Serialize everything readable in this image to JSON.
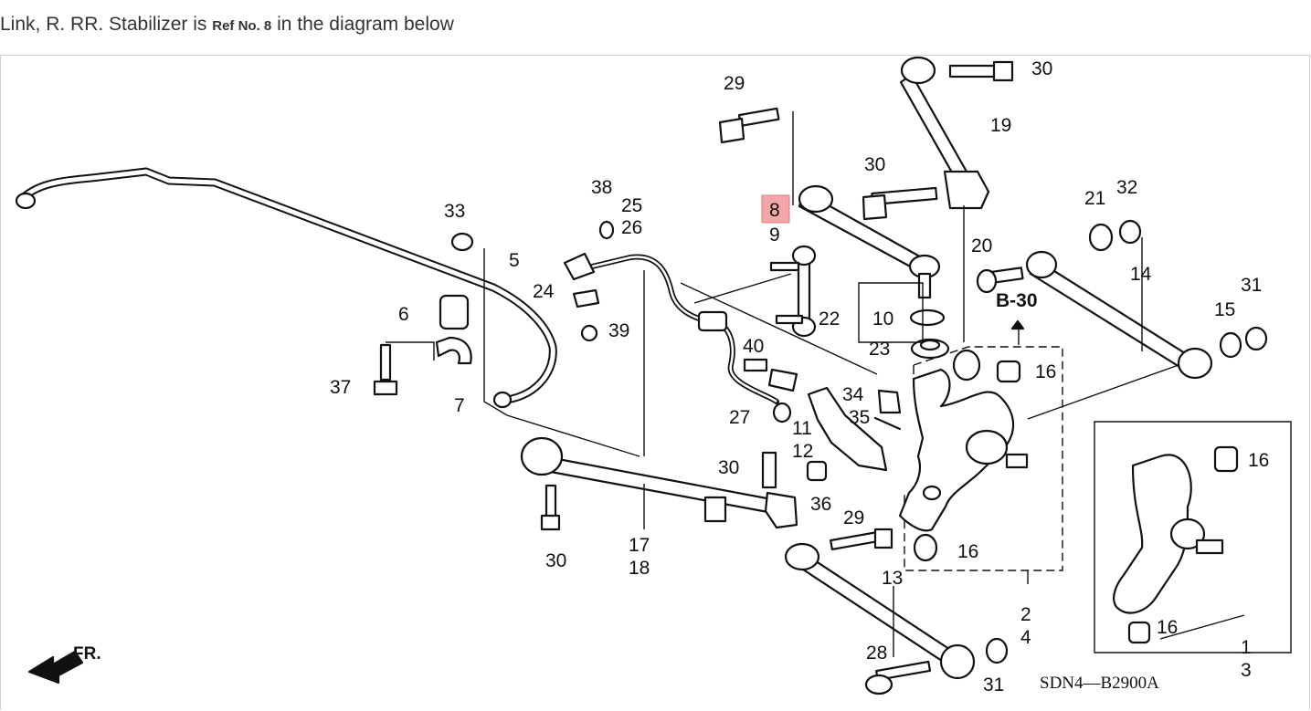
{
  "caption": {
    "prefix": "Link, R. RR. Stabilizer is ",
    "ref": "Ref No. 8",
    "suffix": " in the diagram below"
  },
  "highlight_color": "#f4a6a8",
  "diagram": {
    "code": "SDN4—B2900A",
    "section_ref": "B-30",
    "direction_label": "FR.",
    "callouts": [
      "1",
      "2",
      "3",
      "4",
      "5",
      "6",
      "7",
      "8",
      "9",
      "10",
      "11",
      "12",
      "13",
      "14",
      "15",
      "16",
      "17",
      "18",
      "19",
      "20",
      "21",
      "22",
      "23",
      "24",
      "25",
      "26",
      "27",
      "28",
      "29",
      "30",
      "31",
      "32",
      "33",
      "34",
      "35",
      "36",
      "37",
      "38",
      "39",
      "40"
    ]
  }
}
